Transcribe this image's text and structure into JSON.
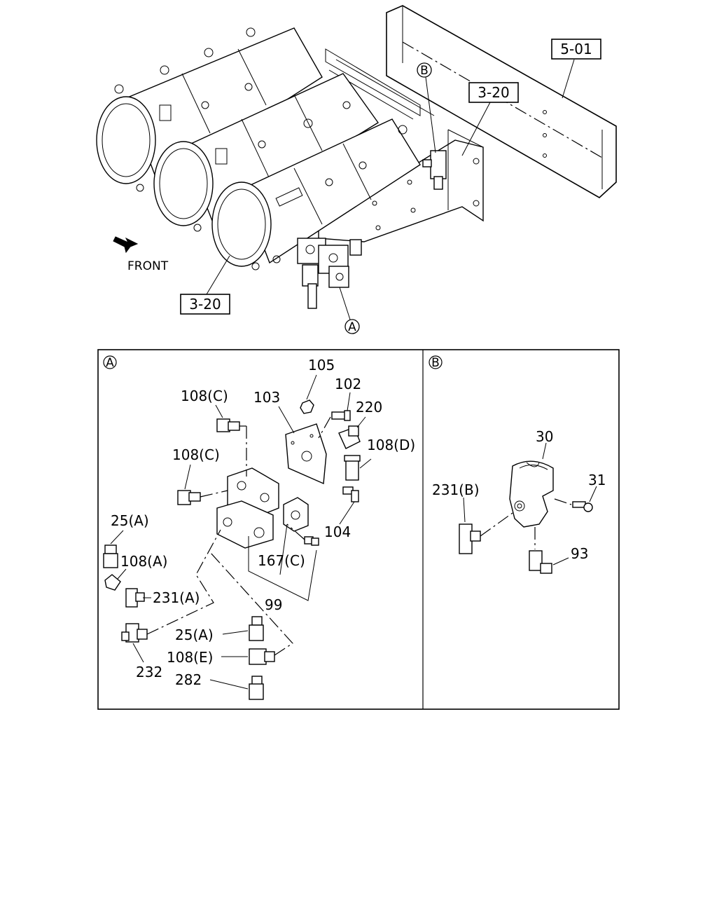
{
  "overview": {
    "frame_ref": "5-01",
    "tank_ref_top": "3-20",
    "tank_ref_bottom": "3-20",
    "front_label": "FRONT",
    "callout_a": "A",
    "callout_b": "B"
  },
  "panel_a": {
    "marker": "A",
    "labels": {
      "p105": "105",
      "p102": "102",
      "p220": "220",
      "p103": "103",
      "p108c_top": "108(C)",
      "p108c_mid": "108(C)",
      "p108d": "108(D)",
      "p104": "104",
      "p25a_top": "25(A)",
      "p108a": "108(A)",
      "p231a": "231(A)",
      "p167c": "167(C)",
      "p99": "99",
      "p232": "232",
      "p25a_bot": "25(A)",
      "p108e": "108(E)",
      "p282": "282"
    }
  },
  "panel_b": {
    "marker": "B",
    "labels": {
      "p30": "30",
      "p31": "31",
      "p231b": "231(B)",
      "p93": "93"
    }
  }
}
